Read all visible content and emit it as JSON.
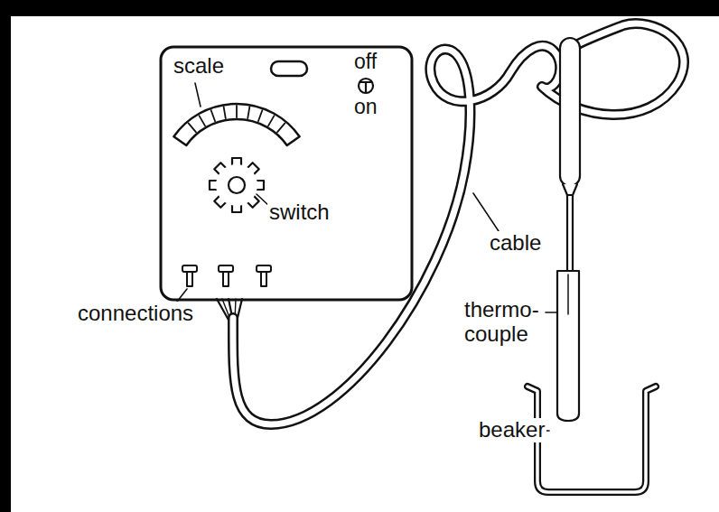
{
  "diagram": {
    "labels": [
      "scale",
      "off",
      "on",
      "switch",
      "connections",
      "cable",
      "thermo- couple",
      "beaker"
    ]
  }
}
